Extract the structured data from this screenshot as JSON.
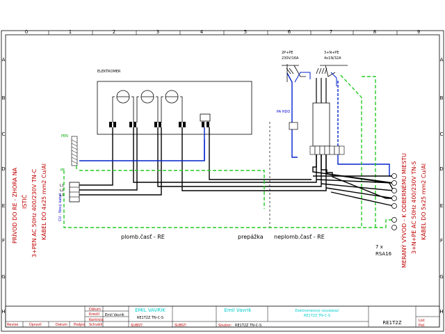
{
  "frame": {
    "columns": [
      "0",
      "1",
      "2",
      "3",
      "4",
      "5",
      "6",
      "7",
      "8",
      "9"
    ],
    "rows": [
      "A",
      "B",
      "C",
      "D",
      "E",
      "F",
      "G",
      "H"
    ]
  },
  "labels": {
    "cabinet": "ELEKTROMER",
    "pen": "PEN",
    "pe": "PE",
    "cable_vertical": "CU - Nový kabel",
    "plomb_left": "plomb.časť - RE",
    "partition": "prepážka",
    "plomb_right": "neplomb.časť - RE",
    "breaker_left": "2P+PE",
    "breaker_left_rating": "230V/16A",
    "breaker_right": "3+N+PE",
    "breaker_right_rating": "4x1N/32A",
    "hdo": "PA HDO",
    "terminals_count": "7 x",
    "terminals_type": "RSA16",
    "phase1": "L1",
    "phase2": "L2",
    "phase3": "L3"
  },
  "left_text": {
    "line1": "PRÍVOD DO RE - ZHORA NA",
    "line2": "ISTIČ",
    "line3": "3+PEN AC 50Hz 400/230V TN-C",
    "line4": "KÁBEL DO 4x25 mm2 Cu/Al"
  },
  "right_text": {
    "line1": "MERANÝ VÝVOD - K ODBERNÉMU MIESTU",
    "line2": "3+N+PE AC 50Hz 400/230V TN-S",
    "line3": "KÁBEL DO 5x25 mm2 Cu/Al"
  },
  "title_block": {
    "row_labels": [
      "Dátum",
      "Kreslil",
      "Kontrola",
      "Schválil"
    ],
    "kreslil_value": "Emil Vavrik",
    "author_top": "EMIL VAVRÍK",
    "code_top": "RE1T2Z TN-C-S",
    "author_name": "Emil Vavrik",
    "description_top": "Elektromerový rozvádzač",
    "description_bottom": "RE1T2Z TN-C-S",
    "subst1": "SUBST:",
    "subst2": "SUBST:",
    "soubor_label": "Soubor:",
    "soubor_value": "RE1T2Z TN-C-S",
    "drawing_no": "RE1T2Z",
    "list_label": "List",
    "pocet_label": "Poč.",
    "revision_headers": [
      "Revize",
      "Úpravil",
      "Datum",
      "Podpis"
    ]
  }
}
